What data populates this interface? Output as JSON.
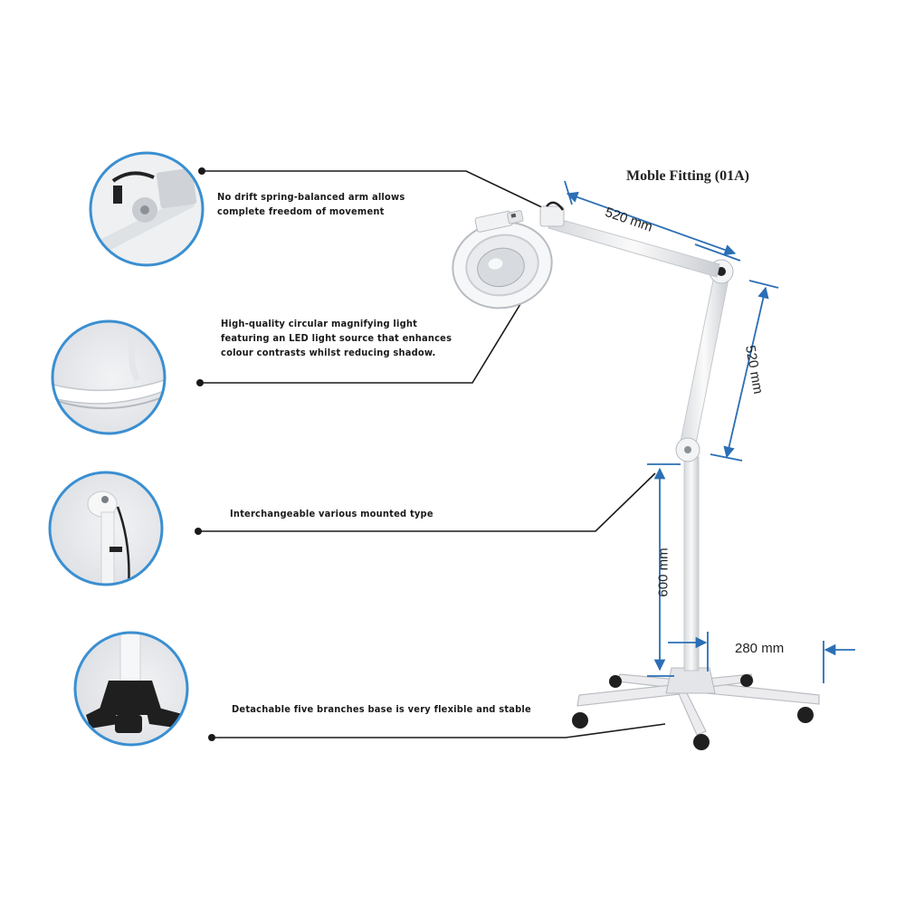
{
  "title": "Moble Fitting   (01A)",
  "callouts": {
    "arm": [
      "No drift spring-balanced arm allows",
      "complete freedom of movement"
    ],
    "light": [
      "High-quality circular magnifying light",
      "featuring an LED light source that enhances",
      "colour contrasts whilst reducing shadow."
    ],
    "mount": [
      "Interchangeable various mounted type"
    ],
    "base": [
      "Detachable five branches base is very flexible and stable"
    ]
  },
  "dimensions": {
    "upper_arm": "520 mm",
    "lower_arm": "520 mm",
    "pole": "600 mm",
    "base": "280 mm"
  },
  "colors": {
    "accent_blue": "#2b6fb5",
    "ring_blue": "#3a8fd1",
    "leader_line": "#1a1a1a"
  }
}
